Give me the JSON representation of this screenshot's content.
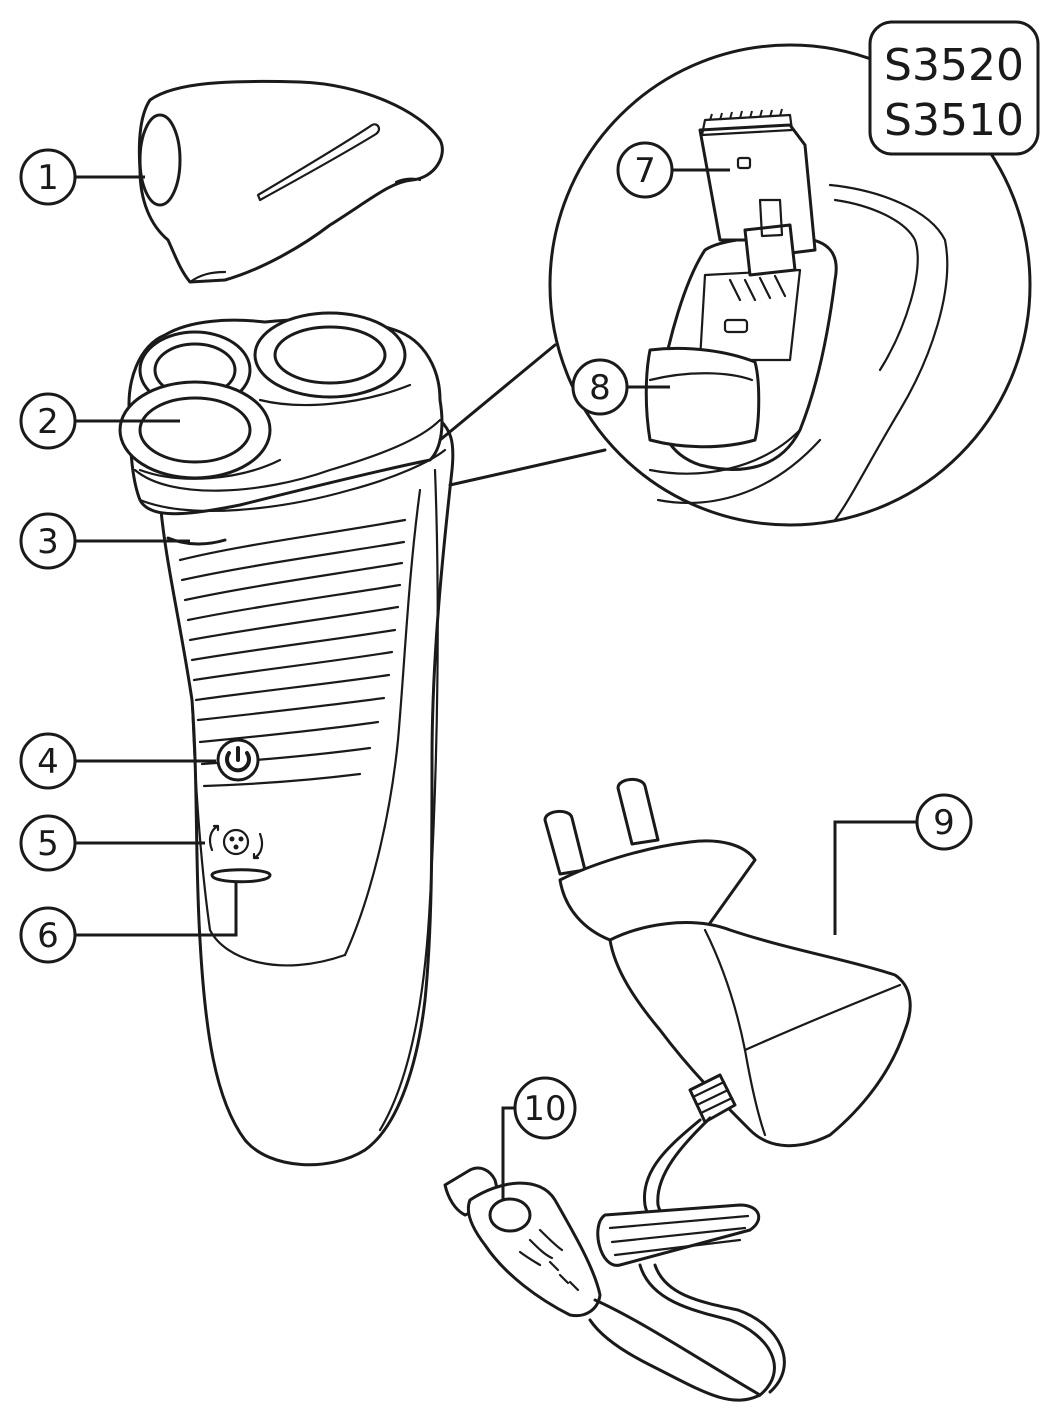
{
  "models": [
    "S3520",
    "S3510"
  ],
  "callouts": [
    {
      "number": "1",
      "part": "protection-cap"
    },
    {
      "number": "2",
      "part": "shaving-unit"
    },
    {
      "number": "3",
      "part": "shaving-unit-release-button"
    },
    {
      "number": "4",
      "part": "on-off-button"
    },
    {
      "number": "5",
      "part": "replacement-reminder"
    },
    {
      "number": "6",
      "part": "battery-indicator"
    },
    {
      "number": "7",
      "part": "trimmer-attachment"
    },
    {
      "number": "8",
      "part": "trimmer-slide"
    },
    {
      "number": "9",
      "part": "adapter"
    },
    {
      "number": "10",
      "part": "small-plug"
    }
  ],
  "icons": {
    "power": "power-symbol",
    "reminder": "shaving-head-replace-symbol"
  }
}
